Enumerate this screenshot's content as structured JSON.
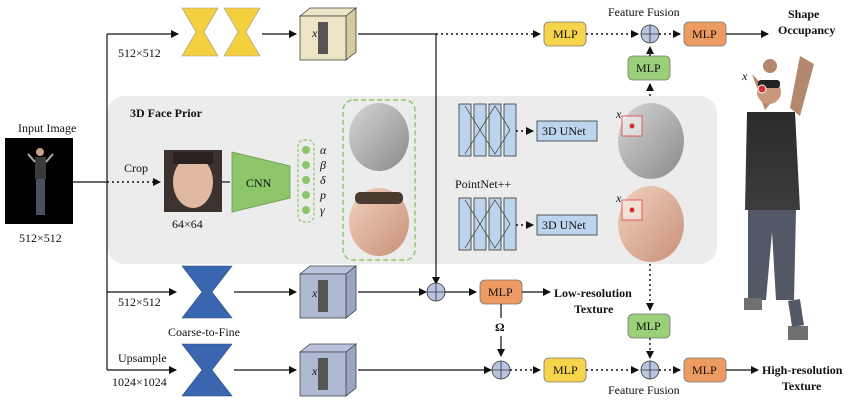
{
  "labels": {
    "input_image": "Input Image",
    "input_res": "512×512",
    "top_res": "512×512",
    "crop": "Crop",
    "face_res": "64×64",
    "prior_title": "3D Face Prior",
    "cnn": "CNN",
    "params": [
      "α",
      "β",
      "δ",
      "p",
      "γ"
    ],
    "pointnet": "PointNet++",
    "unet": "3D UNet",
    "x": "x",
    "mid_res": "512×512",
    "coarse_to_fine": "Coarse-to-Fine",
    "upsample": "Upsample",
    "bottom_res": "1024×1024",
    "mlp": "MLP",
    "omega": "Ω",
    "feature_fusion": "Feature Fusion",
    "shape_occ_1": "Shape",
    "shape_occ_2": "Occupancy",
    "low_res_1": "Low-resolution",
    "low_res_2": "Texture",
    "high_res_1": "High-resolution",
    "high_res_2": "Texture"
  },
  "colors": {
    "mlp_yellow": "#f7d44a",
    "mlp_orange": "#ee9b63",
    "mlp_green": "#9bd07a",
    "encoder_yellow": "#f4d03f",
    "encoder_blue": "#3a66b0",
    "cnn_green": "#8cc56a",
    "unet_blue": "#bcd4ee",
    "prior_bg": "#ececec"
  }
}
